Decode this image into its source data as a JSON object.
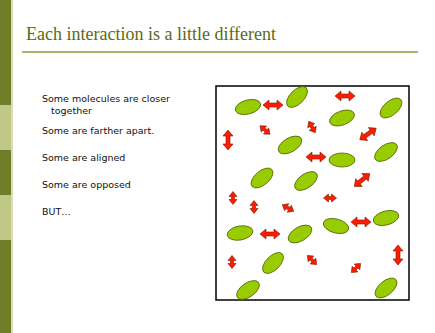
{
  "diagram": {
    "title": "Each interaction is a little different",
    "labels": [
      "Some molecules are closer together",
      "Some are farther apart.",
      "Some are aligned",
      "Some are opposed",
      "BUT…"
    ]
  }
}
